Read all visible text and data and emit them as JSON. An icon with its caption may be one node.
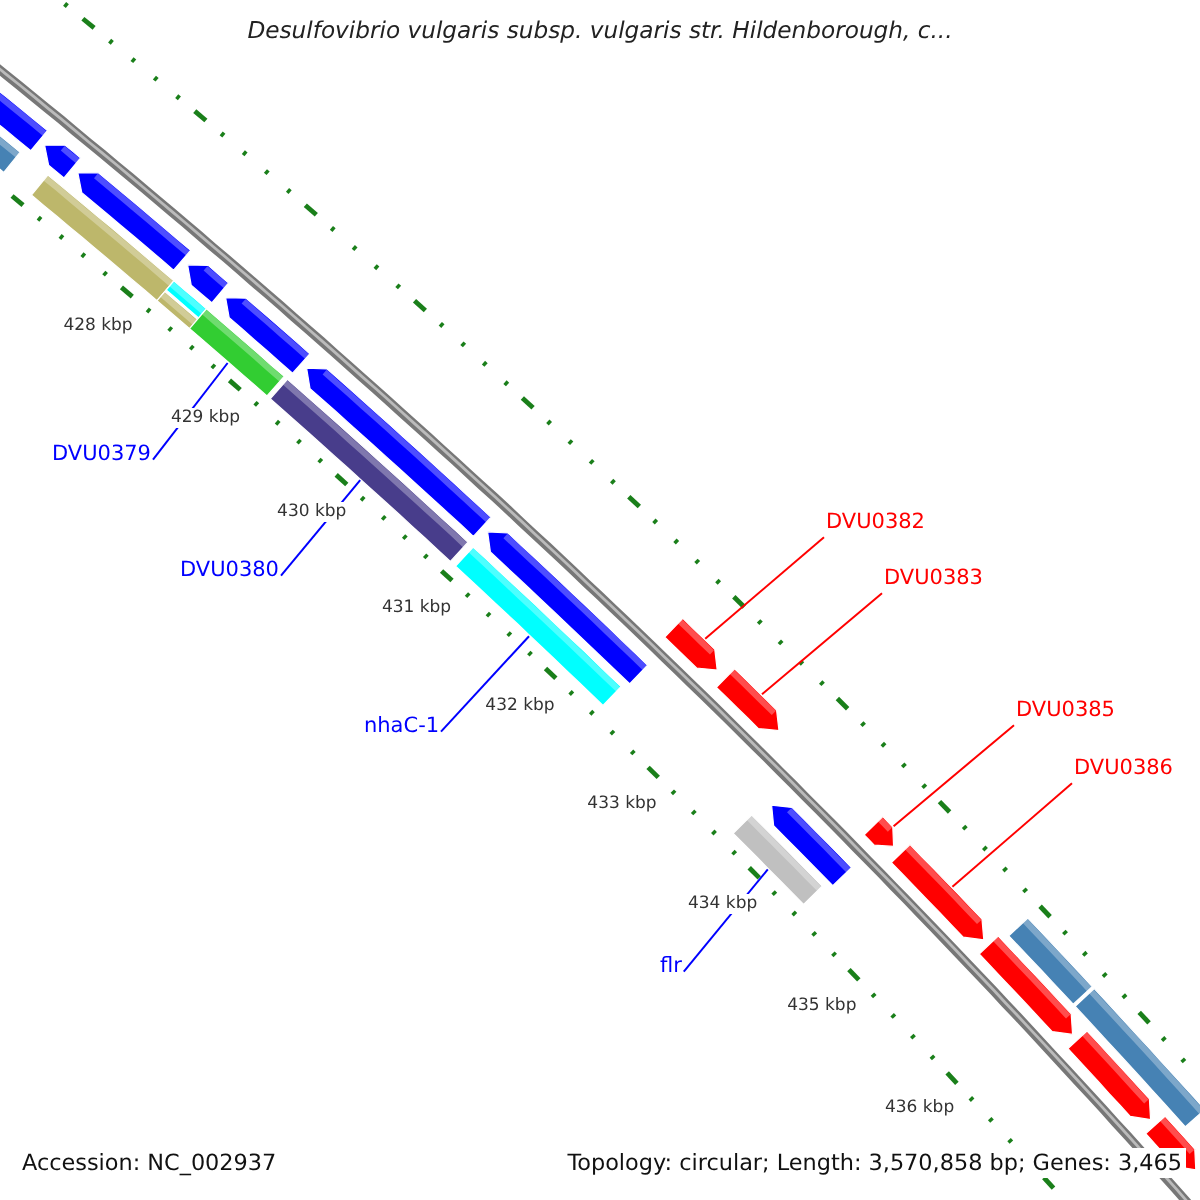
{
  "diagram": {
    "title": "Desulfovibrio vulgaris subsp. vulgaris str. Hildenborough, c...",
    "nodes": [
      {
        "text": [
          "DVU0379"
        ]
      },
      {
        "text": [
          "DVU0382"
        ]
      },
      {
        "text": [
          "DVU0380"
        ]
      },
      {
        "text": [
          "DVU0383"
        ]
      },
      {
        "text": [
          "DVU0385"
        ]
      },
      {
        "text": [
          "nhaC-1"
        ]
      },
      {
        "text": [
          "DVU0386"
        ]
      },
      {
        "text": [
          "flr"
        ]
      },
      {
        "text": [],
        "shape": "pentagon"
      },
      {
        "text": [],
        "shape": "pentagon"
      },
      {
        "text": [],
        "shape": "pentagon"
      },
      {
        "text": [],
        "shape": "pentagon"
      },
      {
        "text": [],
        "shape": "pentagon"
      },
      {
        "text": [],
        "shape": "pentagon"
      },
      {
        "text": [],
        "shape": "pentagon"
      },
      {
        "text": [],
        "shape": "pentagon"
      },
      {
        "text": [],
        "shape": "bar"
      },
      {
        "text": [],
        "shape": "bar"
      },
      {
        "text": [],
        "shape": "bar"
      },
      {
        "text": [],
        "shape": "bar"
      },
      {
        "text": [],
        "shape": "bar"
      },
      {
        "text": [],
        "shape": "bar"
      },
      {
        "text": [],
        "shape": "bar"
      },
      {
        "text": [],
        "shape": "bar"
      },
      {
        "text": [],
        "shape": "pentagon"
      },
      {
        "text": [],
        "shape": "pentagon"
      },
      {
        "text": [],
        "shape": "pentagon"
      },
      {
        "text": [],
        "shape": "pentagon"
      },
      {
        "text": [],
        "shape": "pentagon"
      },
      {
        "text": [],
        "shape": "pentagon"
      },
      {
        "text": [],
        "shape": "pentagon"
      },
      {
        "text": [],
        "shape": "bar"
      },
      {
        "text": [],
        "shape": "bar"
      }
    ],
    "edges": [
      {
        "from": 0,
        "to": 20,
        "arrow": "none",
        "color": "#0000ff"
      },
      {
        "from": 1,
        "to": 24,
        "arrow": "none",
        "color": "#ff0000"
      },
      {
        "from": 2,
        "to": 21,
        "arrow": "none",
        "color": "#0000ff"
      },
      {
        "from": 3,
        "to": 25,
        "arrow": "none",
        "color": "#ff0000"
      },
      {
        "from": 4,
        "to": 26,
        "arrow": "none",
        "color": "#ff0000"
      },
      {
        "from": 5,
        "to": 22,
        "arrow": "none",
        "color": "#0000ff"
      },
      {
        "from": 6,
        "to": 27,
        "arrow": "none",
        "color": "#ff0000"
      },
      {
        "from": 7,
        "to": 23,
        "arrow": "none",
        "color": "#0000ff"
      }
    ],
    "labels": [
      "428 kbp",
      "429 kbp",
      "430 kbp",
      "431 kbp",
      "432 kbp",
      "433 kbp",
      "434 kbp",
      "435 kbp",
      "436 kbp",
      "Accession: NC_002937",
      "Topology: circular; Length: 3,570,858 bp; Genes: 3,465"
    ]
  }
}
